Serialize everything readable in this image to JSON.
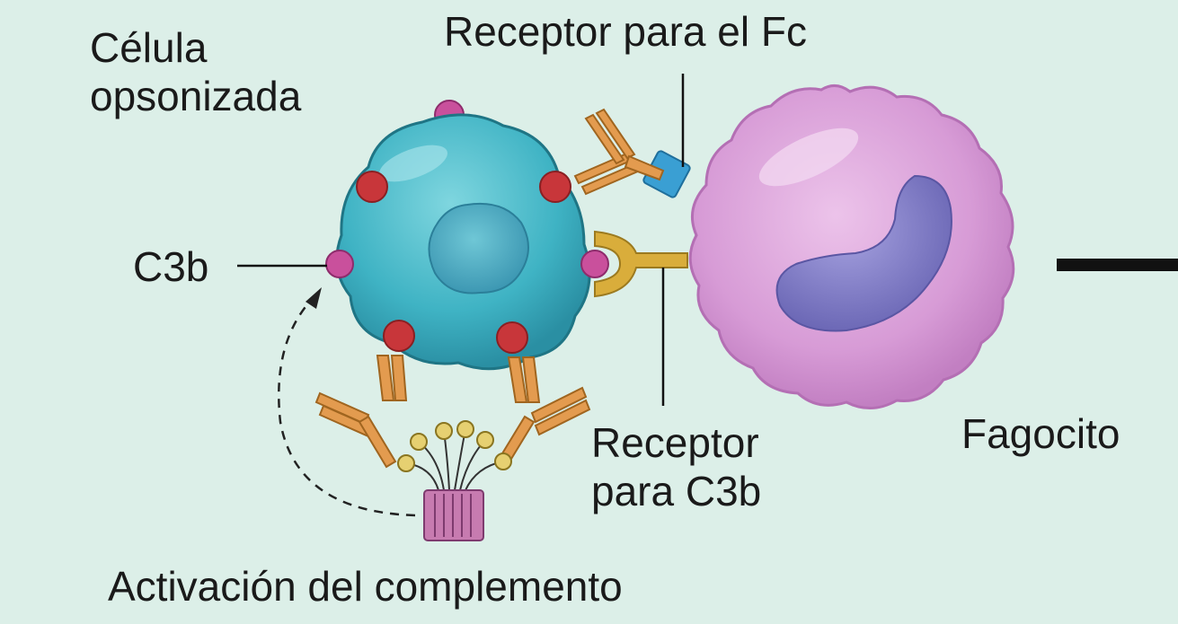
{
  "labels": {
    "opsonized_cell_line1": "Célula",
    "opsonized_cell_line2": "opsonizada",
    "fc_receptor": "Receptor para el Fc",
    "c3b": "C3b",
    "c3b_receptor_line1": "Receptor",
    "c3b_receptor_line2": "para C3b",
    "phagocyte": "Fagocito",
    "complement_activation": "Activación del complemento"
  },
  "colors": {
    "background": "#dcefe8",
    "opsonized_cell": "#3fb3c4",
    "opsonized_nucleus": "#4fa9bf",
    "phagocyte": "#d79bd6",
    "phagocyte_nucleus": "#7f7bc4",
    "antibody": "#e39b4f",
    "fc_receptor": "#3a9fd3",
    "c3b_receptor": "#d9ad3b",
    "c3b_fragment": "#c9509c",
    "red_antigen": "#c8363a",
    "complement_complex": "#c77bb0",
    "leader_line": "#111111"
  }
}
